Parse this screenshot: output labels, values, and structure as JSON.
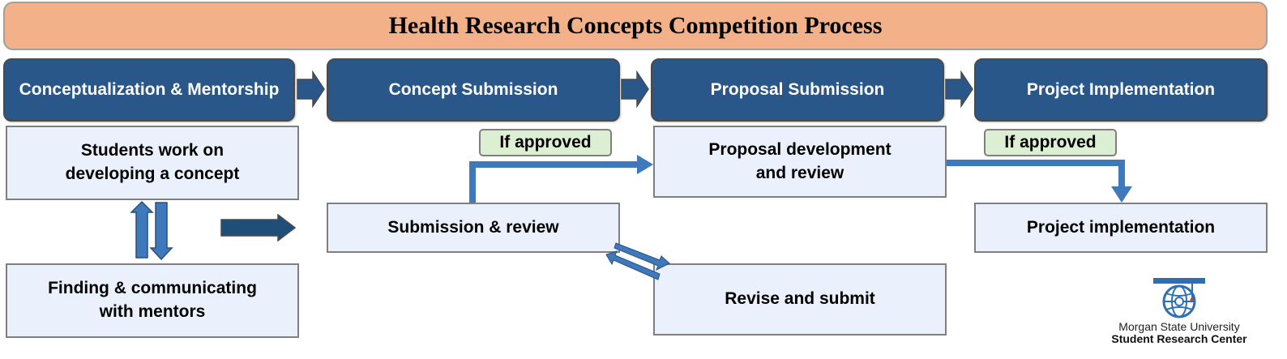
{
  "title": "Health Research Concepts Competition Process",
  "stages": [
    {
      "label": "Conceptualization & Mentorship"
    },
    {
      "label": "Concept Submission"
    },
    {
      "label": "Proposal Submission"
    },
    {
      "label": "Project Implementation"
    }
  ],
  "boxes": {
    "students_work": "Students work on developing a concept",
    "finding_mentors": "Finding & communicating with mentors",
    "submission_review": "Submission & review",
    "proposal_development": "Proposal development and review",
    "revise_submit": "Revise and submit",
    "project_implementation": "Project implementation"
  },
  "tags": {
    "approved_concept": "If approved",
    "approved_proposal": "If approved"
  },
  "logo": {
    "line1": "Morgan State University",
    "line2": "Student Research Center"
  },
  "colors": {
    "title_bg": "#f2b188",
    "stage_bg": "#2a5789",
    "box_bg": "#eaf1fd",
    "tag_bg": "#dcefd3",
    "arrow_blue": "#3d79bc"
  }
}
